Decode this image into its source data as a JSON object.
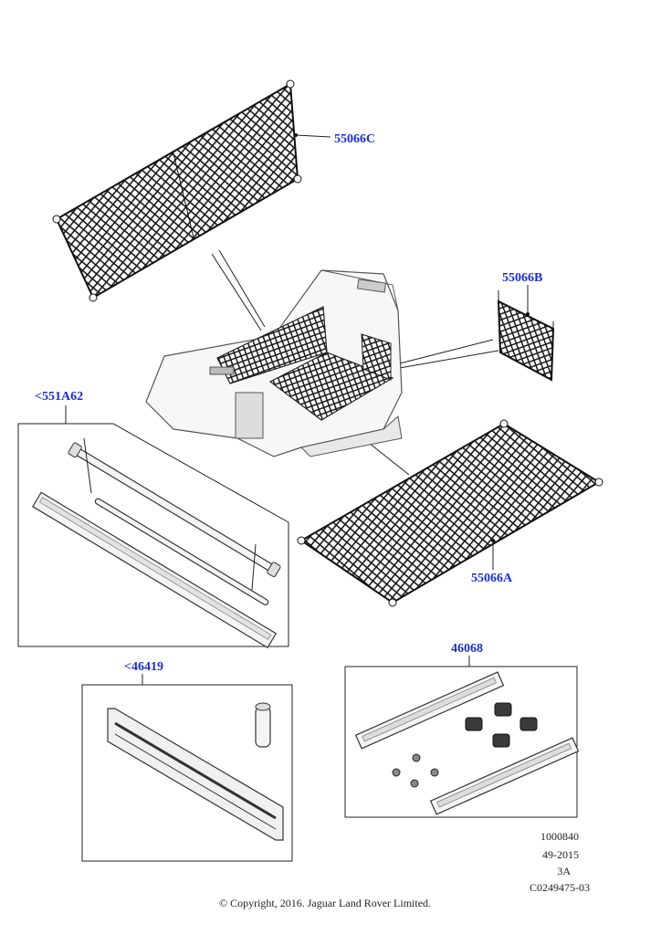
{
  "callouts": {
    "net_rear_upper": "55066C",
    "net_side": "55066B",
    "cover_kit": "<551A62",
    "net_floor": "55066A",
    "rail_kit": "46068",
    "partition": "<46419"
  },
  "footer": {
    "ref_number": "1000840",
    "date_code": "49-2015",
    "sheet": "3A",
    "drawing_id": "C0249475-03",
    "copyright": "© Copyright, 2016. Jaguar Land Rover Limited."
  },
  "colors": {
    "callout_text": "#1a2fd0",
    "line": "#222222",
    "net_fill": "#2b2b2b"
  }
}
